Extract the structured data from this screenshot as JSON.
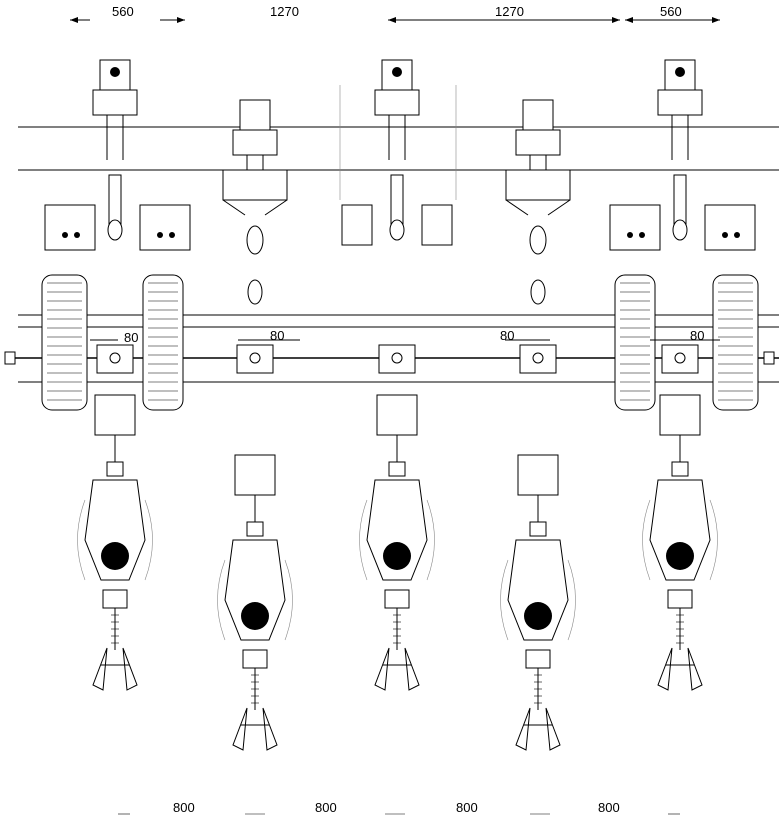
{
  "dimensions": {
    "top": [
      "560",
      "1270",
      "1270",
      "560"
    ],
    "mid": [
      "80",
      "80",
      "80",
      "80"
    ],
    "bottom": [
      "800",
      "800",
      "800",
      "800"
    ]
  },
  "units": [
    {
      "id": "u1",
      "row": "front",
      "wheels": true
    },
    {
      "id": "u2",
      "row": "rear",
      "wheels": false
    },
    {
      "id": "u3",
      "row": "front",
      "wheels": false
    },
    {
      "id": "u4",
      "row": "rear",
      "wheels": false
    },
    {
      "id": "u5",
      "row": "front",
      "wheels": true
    }
  ]
}
